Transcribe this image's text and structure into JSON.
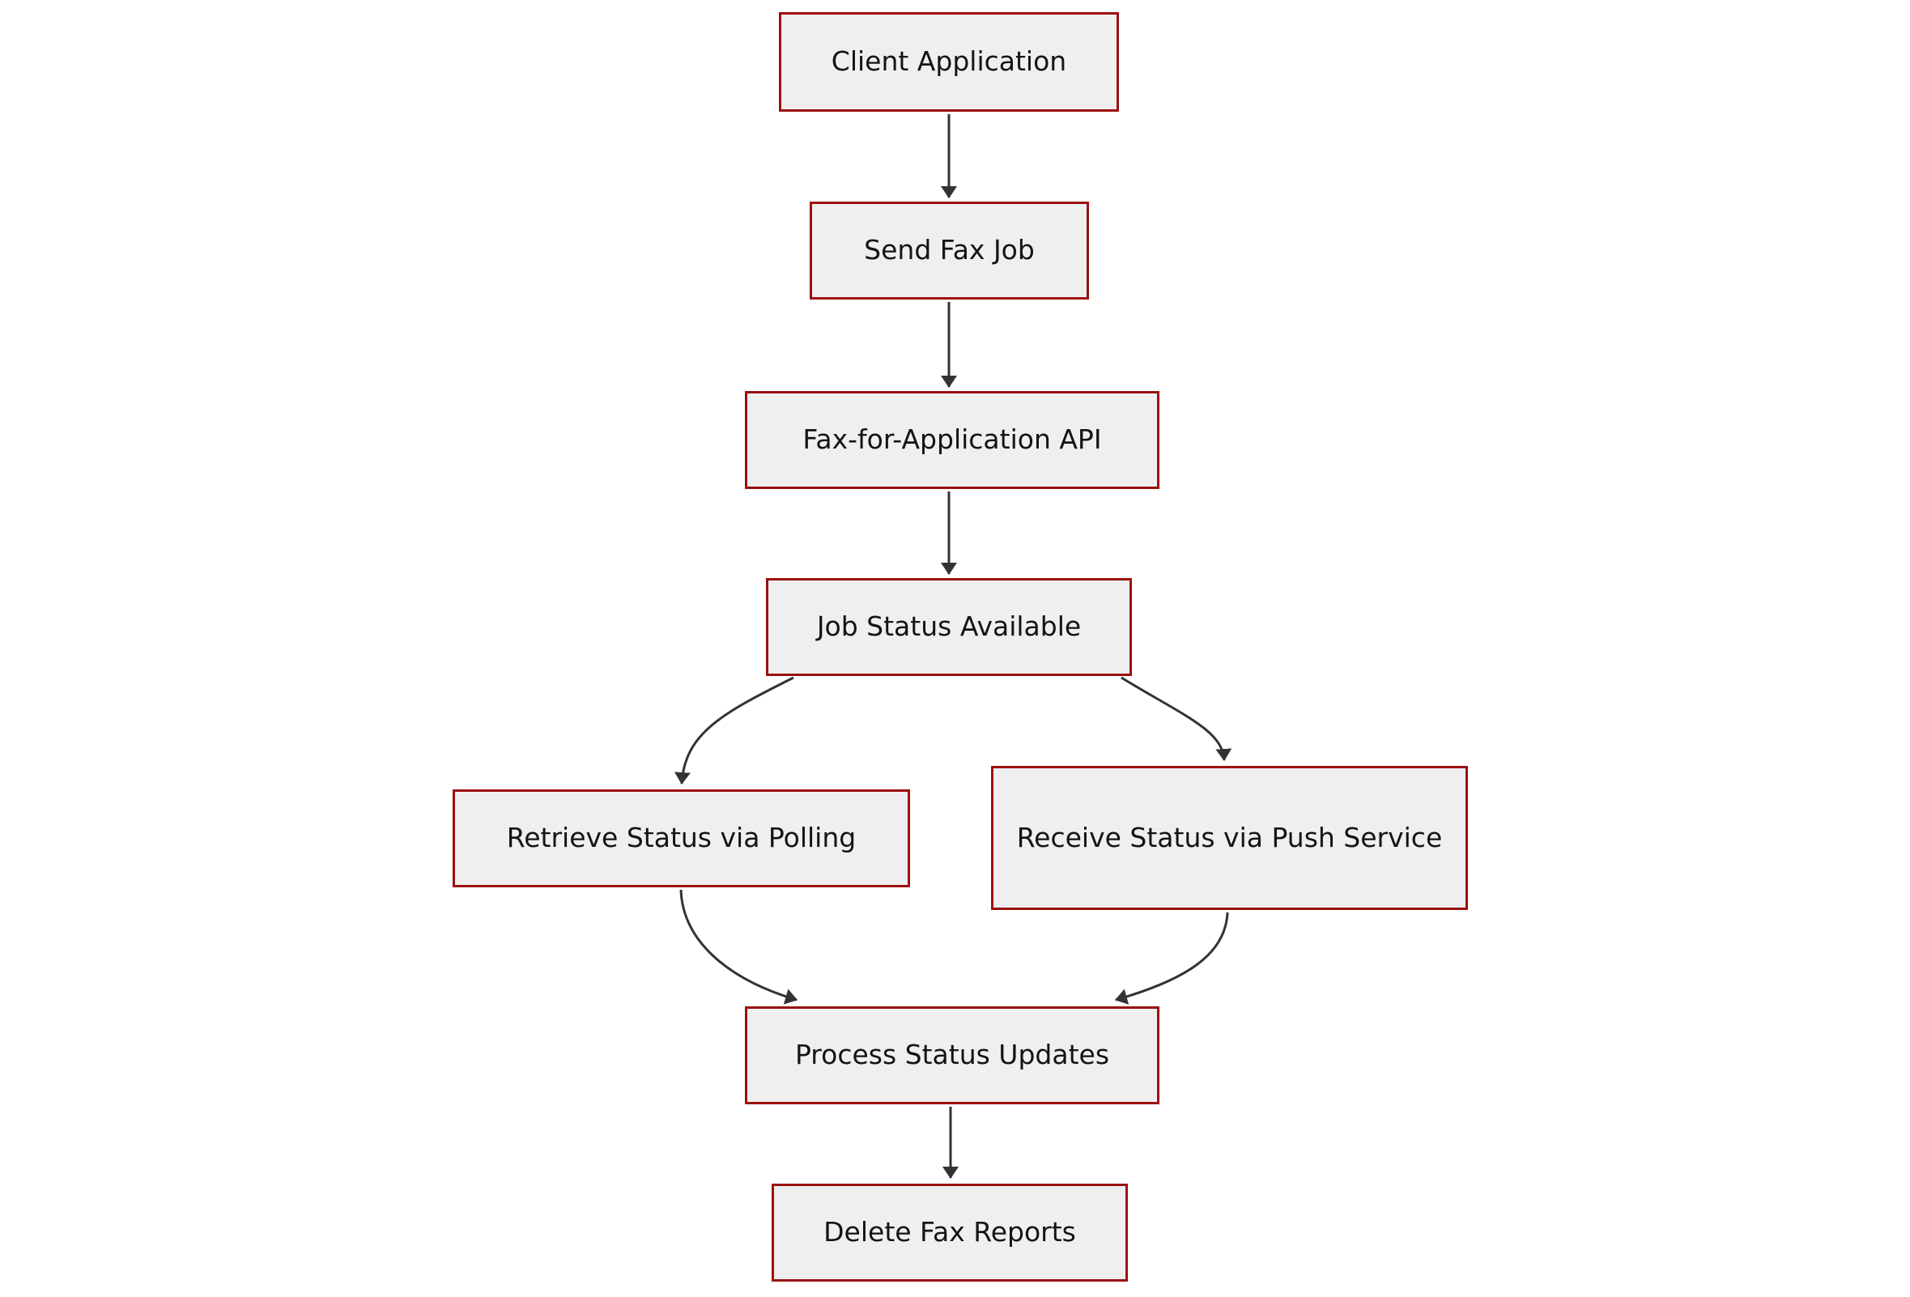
{
  "diagram": {
    "type": "flowchart",
    "direction": "top-down",
    "colors": {
      "background": "#ffffff",
      "node_fill": "#efefef",
      "node_border": "#9c1111",
      "edge": "#333333",
      "text": "#141414"
    },
    "nodes": [
      {
        "id": "client_application",
        "label": "Client Application"
      },
      {
        "id": "send_fax_job",
        "label": "Send Fax Job"
      },
      {
        "id": "fax_for_application_api",
        "label": "Fax-for-Application API"
      },
      {
        "id": "job_status_available",
        "label": "Job Status Available"
      },
      {
        "id": "retrieve_status_via_polling",
        "label": "Retrieve Status via Polling"
      },
      {
        "id": "receive_status_via_push_service",
        "label": "Receive Status via Push Service"
      },
      {
        "id": "process_status_updates",
        "label": "Process Status Updates"
      },
      {
        "id": "delete_fax_reports",
        "label": "Delete Fax Reports"
      }
    ],
    "edges": [
      {
        "from": "client_application",
        "to": "send_fax_job"
      },
      {
        "from": "send_fax_job",
        "to": "fax_for_application_api"
      },
      {
        "from": "fax_for_application_api",
        "to": "job_status_available"
      },
      {
        "from": "job_status_available",
        "to": "retrieve_status_via_polling"
      },
      {
        "from": "job_status_available",
        "to": "receive_status_via_push_service"
      },
      {
        "from": "retrieve_status_via_polling",
        "to": "process_status_updates"
      },
      {
        "from": "receive_status_via_push_service",
        "to": "process_status_updates"
      },
      {
        "from": "process_status_updates",
        "to": "delete_fax_reports"
      }
    ]
  }
}
